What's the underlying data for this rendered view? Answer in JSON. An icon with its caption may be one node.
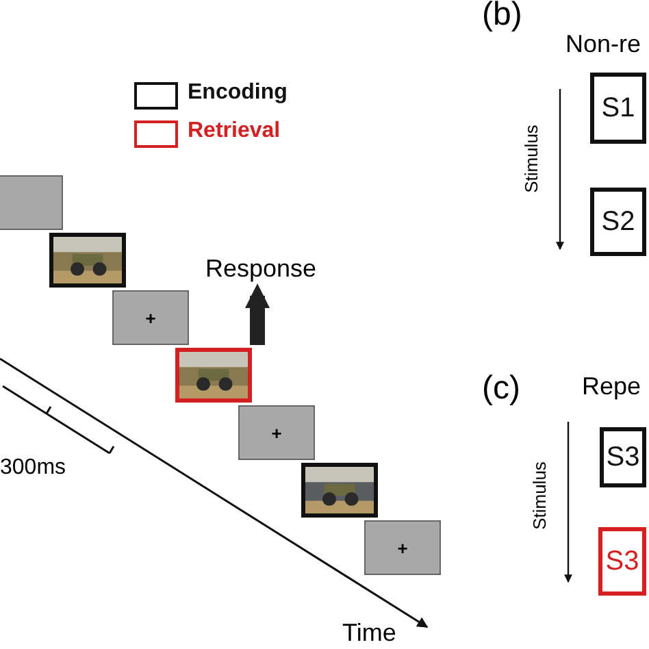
{
  "diagram": {
    "nodes": [
      {
        "text": [],
        "shape": "box"
      },
      {
        "text": [],
        "shape": "picture"
      },
      {
        "text": [
          "+"
        ]
      },
      {
        "text": [],
        "shape": "picture"
      },
      {
        "text": [
          "+"
        ]
      },
      {
        "text": [],
        "shape": "picture"
      },
      {
        "text": [
          "+"
        ]
      },
      {
        "text": [
          "Response"
        ]
      },
      {
        "text": [
          "S1"
        ]
      },
      {
        "text": [
          "S2"
        ]
      },
      {
        "text": [
          "S3"
        ]
      },
      {
        "text": [
          "S3"
        ]
      }
    ],
    "edges": [
      {
        "from": 3,
        "to": 7,
        "arrow": "to"
      }
    ],
    "labels": [
      "(b)",
      "Non-re",
      "Stimulus",
      "300ms",
      "(c)",
      "Repe",
      "Stimulus",
      "Time"
    ],
    "legend": [
      {
        "text": "Encoding"
      },
      {
        "text": "Retrieval"
      }
    ]
  }
}
